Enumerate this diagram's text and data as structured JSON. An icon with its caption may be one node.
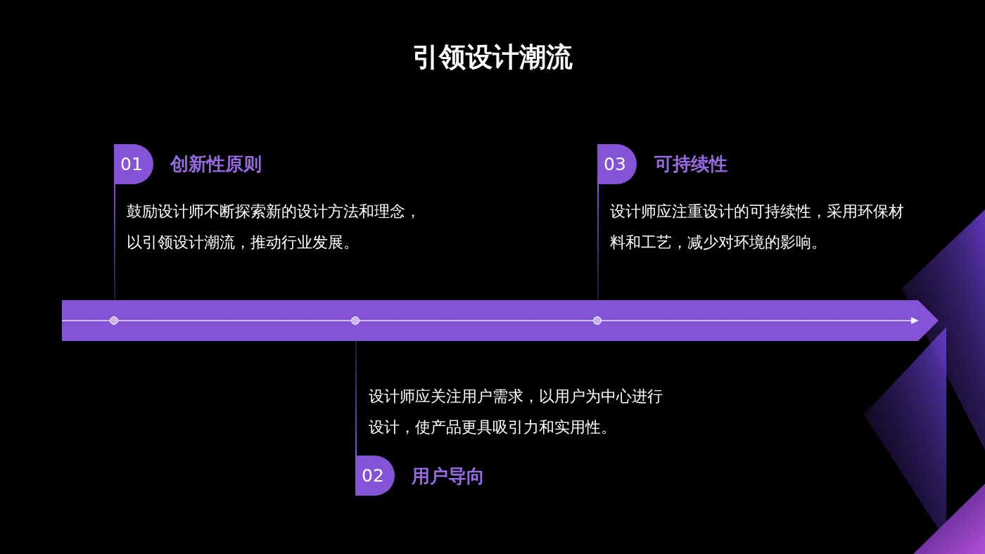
{
  "diagram": {
    "title": "引领设计潮流",
    "nodes": [
      {
        "text": [],
        "shape": "arrow"
      },
      {
        "text": [],
        "shape": "circle",
        "in": 0
      },
      {
        "text": [],
        "shape": "circle",
        "in": 0
      },
      {
        "text": [],
        "shape": "circle",
        "in": 0
      },
      {
        "text": [
          "01"
        ],
        "beside": [
          "创新性原则",
          "鼓励设计师不断探索新的设计方法和理念，以引领设计潮流，推动行业发展。"
        ]
      },
      {
        "text": [
          "03"
        ],
        "beside": [
          "可持续性",
          "设计师应注重设计的可持续性，采用环保材料和工艺，减少对环境的影响。"
        ]
      },
      {
        "text": [
          "02"
        ],
        "beside": [
          "用户导向",
          "设计师应关注用户需求，以用户为中心进行设计，使产品更具吸引力和实用性。"
        ]
      }
    ],
    "edges": [
      {
        "from": 4,
        "to": 0,
        "arrow": "none"
      },
      {
        "from": 5,
        "to": 0,
        "arrow": "none"
      },
      {
        "from": 6,
        "to": 0,
        "arrow": "none"
      }
    ]
  }
}
